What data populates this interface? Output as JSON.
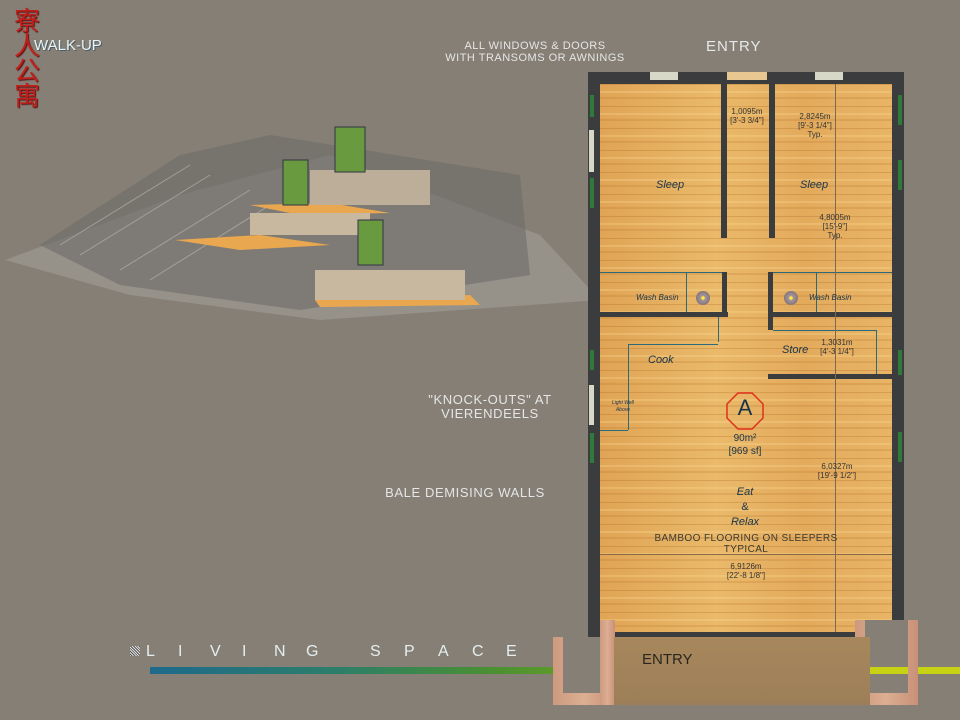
{
  "header": {
    "logo_text": "寮人公寓",
    "title": "WALK-UP",
    "notes_top": [
      "ALL WINDOWS & DOORS",
      "WITH TRANSOMS OR AWNINGS"
    ],
    "entry_top": "ENTRY"
  },
  "annotations": {
    "knockouts": [
      "\"KNOCK-OUTS\" AT",
      "VIERENDEELS"
    ],
    "bale": "BALE DEMISING WALLS"
  },
  "plan": {
    "rooms": {
      "sleep_left": "Sleep",
      "sleep_right": "Sleep",
      "wash_left": "Wash Basin",
      "wash_right": "Wash Basin",
      "cook": "Cook",
      "store": "Store",
      "lightwell": [
        "Light Well",
        "Above"
      ],
      "eat": "Eat",
      "amp": "&",
      "relax": "Relax"
    },
    "unit_label": "A",
    "area_m": "90m²",
    "area_sf": "[969 sf]",
    "flooring": [
      "BAMBOO FLOORING ON SLEEPERS",
      "TYPICAL"
    ],
    "dims": {
      "d1": [
        "1,0095m",
        "[3'-3 3/4\"]"
      ],
      "d2": [
        "2,8245m",
        "[9'-3 1/4\"]",
        "Typ."
      ],
      "d3": [
        "4,8005m",
        "[15'-9\"]",
        "Typ."
      ],
      "d4": [
        "1,3031m",
        "[4'-3 1/4\"]"
      ],
      "d5": [
        "6,0327m",
        "[19'-9 1/2\"]"
      ],
      "d6": [
        "6,9126m",
        "[22'-8 1/8\"]"
      ]
    },
    "entry_bottom": "ENTRY"
  },
  "footer": {
    "living_space": [
      "L",
      "I",
      "V",
      "I",
      "N",
      "G",
      "",
      "S",
      "P",
      "A",
      "C",
      "E"
    ]
  },
  "colors": {
    "background": "#857f75",
    "unit_marker": "#e0301a",
    "accent_lime": "#c8d214"
  }
}
